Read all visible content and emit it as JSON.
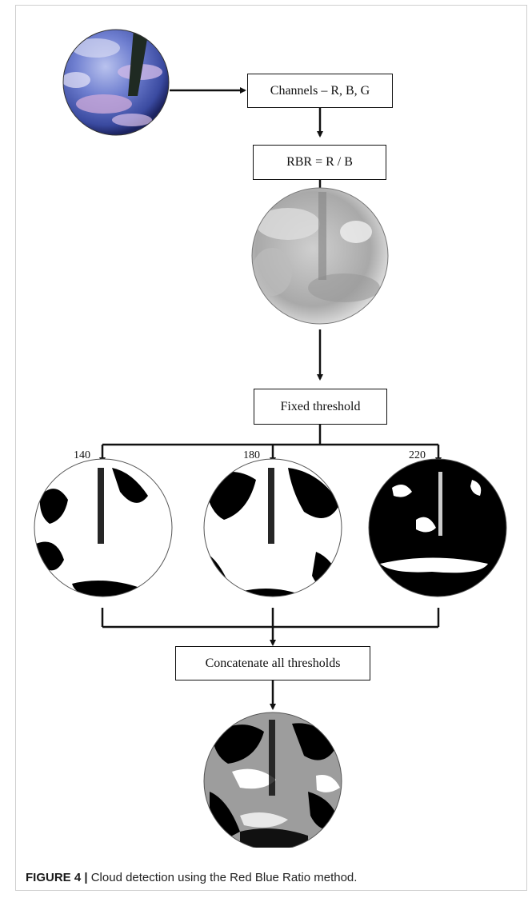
{
  "boxes": {
    "channels": "Channels – R, B, G",
    "rbr": "RBR = R / B",
    "fixed": "Fixed threshold",
    "concat": "Concatenate all thresholds"
  },
  "thresholds": [
    "140",
    "180",
    "220"
  ],
  "caption": {
    "label": "FIGURE 4 |",
    "text": " Cloud detection using the Red Blue Ratio method."
  },
  "colors": {
    "sky_blue": "#5a6fc0",
    "cloud_pink": "#c9a8d8",
    "mask_black": "#000000",
    "mask_white": "#ffffff",
    "gray_image": "#b5b5b5"
  }
}
